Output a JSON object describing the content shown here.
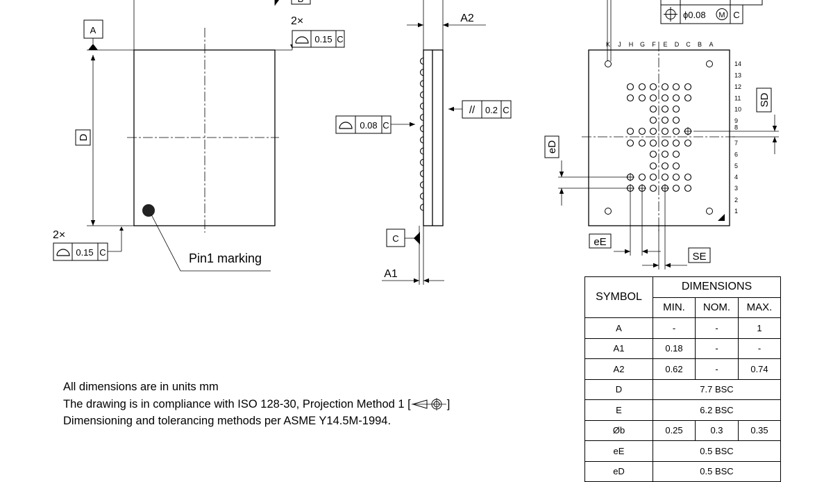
{
  "top_view": {
    "datum_a": "A",
    "datum_b": "B",
    "dim_d": "D",
    "multiplier_top": "2×",
    "multiplier_bottom": "2×",
    "fcf_top": {
      "value": "0.15",
      "datum": "C"
    },
    "fcf_bottom": {
      "value": "0.15",
      "datum": "C"
    },
    "pin1_label": "Pin1 marking"
  },
  "side_view": {
    "dim_a2": "A2",
    "dim_a1": "A1",
    "datum_c": "C",
    "fcf_flatness": {
      "value": "0.08",
      "datum": "C"
    },
    "fcf_parallel": {
      "symbol": "//",
      "value": "0.2",
      "datum": "C"
    }
  },
  "bottom_view": {
    "fcf_position": {
      "value": "ϕ0.08",
      "modifier": "M",
      "datum": "C"
    },
    "column_letters": [
      "K",
      "J",
      "H",
      "G",
      "F",
      "E",
      "D",
      "C",
      "B",
      "A"
    ],
    "row_numbers": [
      "14",
      "13",
      "12",
      "11",
      "10",
      "9",
      "8",
      "7",
      "6",
      "5",
      "4",
      "3",
      "2",
      "1"
    ],
    "label_sd": "SD",
    "label_ed": "eD",
    "label_ee": "eE",
    "label_se": "SE"
  },
  "notes": {
    "line1": "All dimensions are in units mm",
    "line2_prefix": "The drawing is in compliance with ISO 128-30, Projection Method 1 [",
    "line2_suffix": "]",
    "line3": "Dimensioning and tolerancing methods per ASME Y14.5M-1994."
  },
  "table": {
    "symbol_header": "SYMBOL",
    "dimensions_header": "DIMENSIONS",
    "min_header": "MIN.",
    "nom_header": "NOM.",
    "max_header": "MAX.",
    "rows": [
      {
        "symbol": "A",
        "min": "-",
        "nom": "-",
        "max": "1"
      },
      {
        "symbol": "A1",
        "min": "0.18",
        "nom": "-",
        "max": "-"
      },
      {
        "symbol": "A2",
        "min": "0.62",
        "nom": "-",
        "max": "0.74"
      },
      {
        "symbol": "D",
        "span": "7.7 BSC"
      },
      {
        "symbol": "E",
        "span": "6.2 BSC"
      },
      {
        "symbol": "Øb",
        "min": "0.25",
        "nom": "0.3",
        "max": "0.35"
      },
      {
        "symbol": "eE",
        "span": "0.5 BSC"
      },
      {
        "symbol": "eD",
        "span": "0.5 BSC"
      }
    ]
  }
}
